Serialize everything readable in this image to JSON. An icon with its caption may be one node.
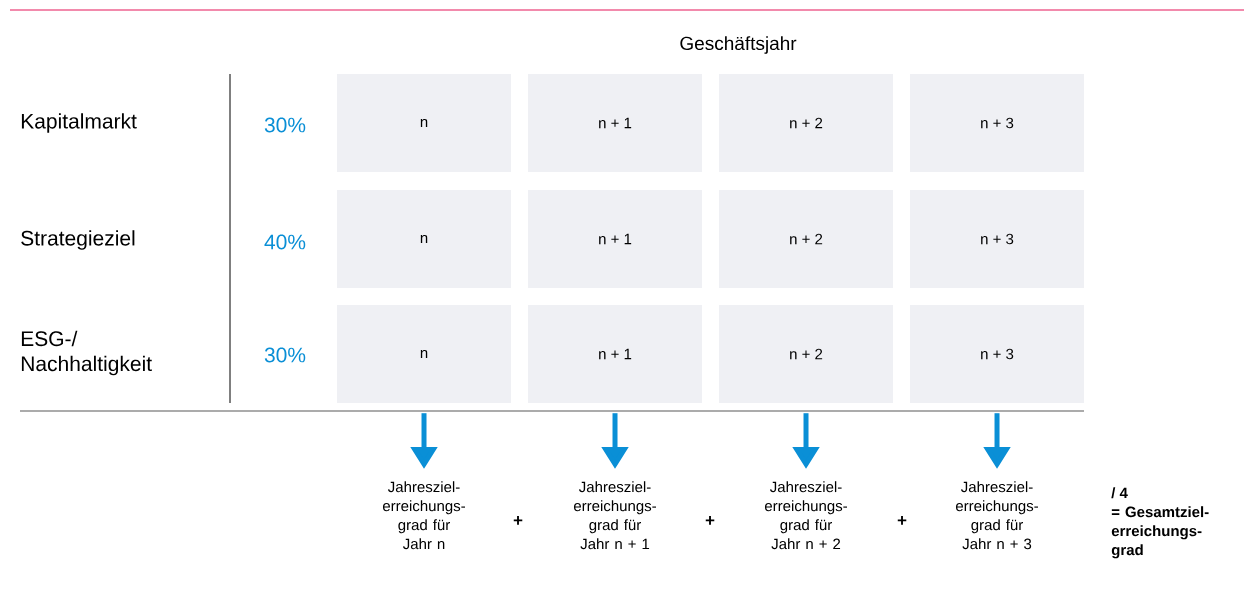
{
  "diagram": {
    "nodes": [
      {
        "text": [
          "n"
        ]
      },
      {
        "text": [
          "n + 1"
        ]
      },
      {
        "text": [
          "n + 2"
        ]
      },
      {
        "text": [
          "n + 3"
        ]
      },
      {
        "text": [
          "n"
        ]
      },
      {
        "text": [
          "n + 1"
        ]
      },
      {
        "text": [
          "n + 2"
        ]
      },
      {
        "text": [
          "n + 3"
        ]
      },
      {
        "text": [
          "n"
        ]
      },
      {
        "text": [
          "n + 1"
        ]
      },
      {
        "text": [
          "n + 2"
        ]
      },
      {
        "text": [
          "n + 3"
        ]
      },
      {
        "text": [
          "Jahresziel- erreichungs- grad für Jahr n"
        ]
      },
      {
        "text": [
          "Jahresziel- erreichungs- grad für Jahr n + 1"
        ]
      },
      {
        "text": [
          "Jahresziel- erreichungs- grad für Jahr n + 2"
        ]
      },
      {
        "text": [
          "Jahresziel- erreichungs- grad für Jahr n + 3"
        ]
      }
    ],
    "edges": [
      {
        "from": 8,
        "to": 12,
        "arrow": "to"
      },
      {
        "from": 9,
        "to": 13,
        "arrow": "to"
      },
      {
        "from": 10,
        "to": 14,
        "arrow": "to"
      },
      {
        "from": 11,
        "to": 15,
        "arrow": "to"
      }
    ],
    "labels": [
      "Geschäftsjahr",
      "Kapitalmarkt",
      "30%",
      "Strategieziel",
      "40%",
      "ESG-/ Nachhaltigkeit",
      "30%",
      "+",
      "+",
      "+",
      "/ 4",
      "= Gesamtziel- erreichungs- grad"
    ]
  }
}
